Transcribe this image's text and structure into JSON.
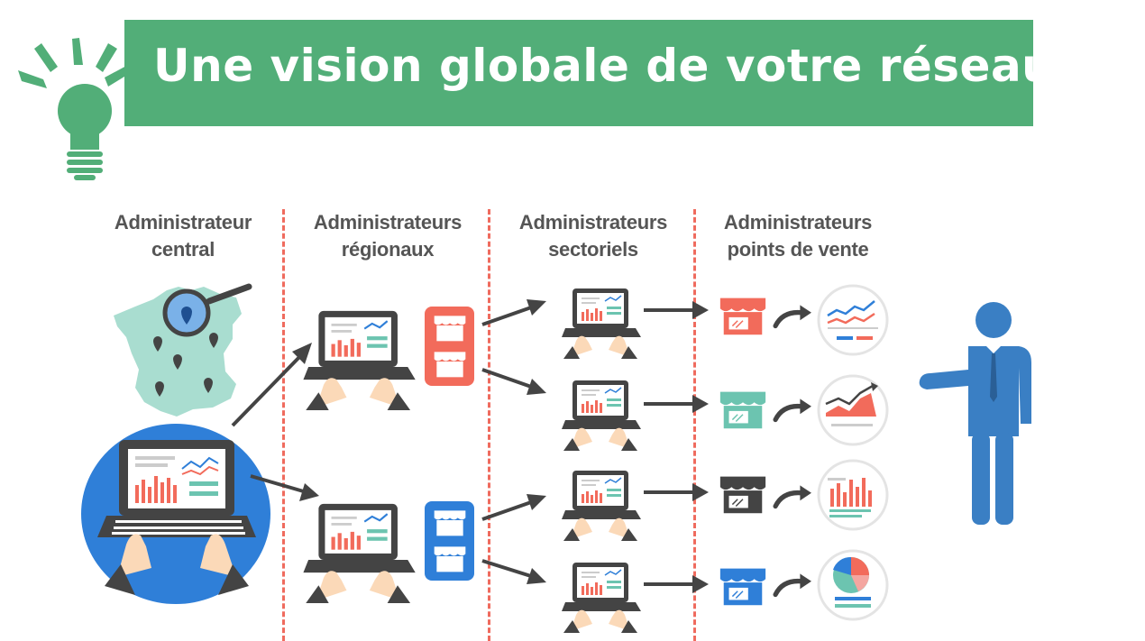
{
  "title": "Une vision globale de votre réseau",
  "columns": [
    {
      "line1": "Administrateur",
      "line2": "central"
    },
    {
      "line1": "Administrateurs",
      "line2": "régionaux"
    },
    {
      "line1": "Administrateurs",
      "line2": "sectoriels"
    },
    {
      "line1": "Administrateurs",
      "line2": "points de vente"
    }
  ],
  "colors": {
    "brand_green": "#52ae78",
    "title_text": "#ffffff",
    "heading_text": "#555555",
    "divider": "#ef6b5e",
    "accent_red": "#f26b5b",
    "accent_teal": "#6cc4b0",
    "accent_blue": "#2f7fd8",
    "dark": "#444444",
    "person_blue": "#3a7fc4"
  },
  "icons": {
    "bulb": "lightbulb-icon",
    "france_map": "france-map-icon",
    "magnifier": "magnifier-icon",
    "laptop": "laptop-icon",
    "store": "store-icon",
    "line_chart": "line-chart-icon",
    "area_chart": "area-chart-icon",
    "bar_chart": "bar-chart-icon",
    "pie_chart": "pie-chart-icon",
    "person": "businessman-icon"
  }
}
